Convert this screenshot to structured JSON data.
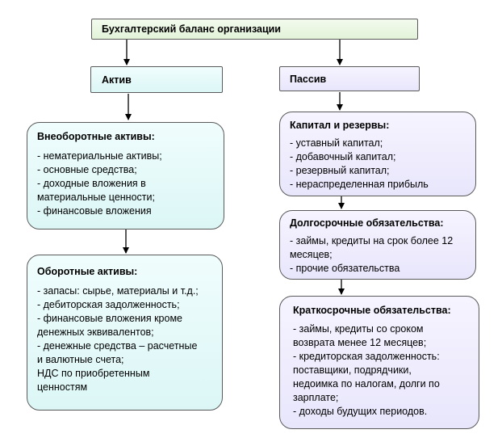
{
  "colors": {
    "header_fill": "#e4f4da",
    "assets_fill": "#e0f7f7",
    "liabilities_fill": "#ebe9fb",
    "border": "#5a5a5a"
  },
  "header": {
    "title": "Бухгалтерский баланс организации"
  },
  "left": {
    "label": "Актив",
    "non_current": {
      "title": "Внеоборотные активы:",
      "items": [
        "- нематериальные активы;",
        "- основные средства;",
        "- доходные вложения в",
        "материальные ценности;",
        "- финансовые вложения"
      ]
    },
    "current": {
      "title": "Оборотные активы:",
      "items": [
        "- запасы: сырье, материалы и т.д.;",
        "- дебиторская задолженность;",
        "- финансовые вложения кроме",
        "денежных эквивалентов;",
        "- денежные средства – расчетные",
        "и валютные счета;",
        "НДС по приобретенным",
        "ценностям"
      ]
    }
  },
  "right": {
    "label": "Пассив",
    "capital": {
      "title": "Капитал и резервы:",
      "items": [
        "- уставный капитал;",
        "- добавочный капитал;",
        "- резервный капитал;",
        "- нераспределенная прибыль"
      ]
    },
    "long_term": {
      "title": "Долгосрочные обязательства:",
      "items": [
        "- займы, кредиты на срок более 12",
        "месяцев;",
        "- прочие обязательства"
      ]
    },
    "short_term": {
      "title": "Краткосрочные обязательства:",
      "items": [
        "- займы, кредиты со сроком",
        "возврата менее 12 месяцев;",
        "- кредиторская задолженность:",
        "поставщики, подрядчики,",
        "недоимка по налогам, долги по",
        "зарплате;",
        "- доходы будущих периодов."
      ]
    }
  }
}
